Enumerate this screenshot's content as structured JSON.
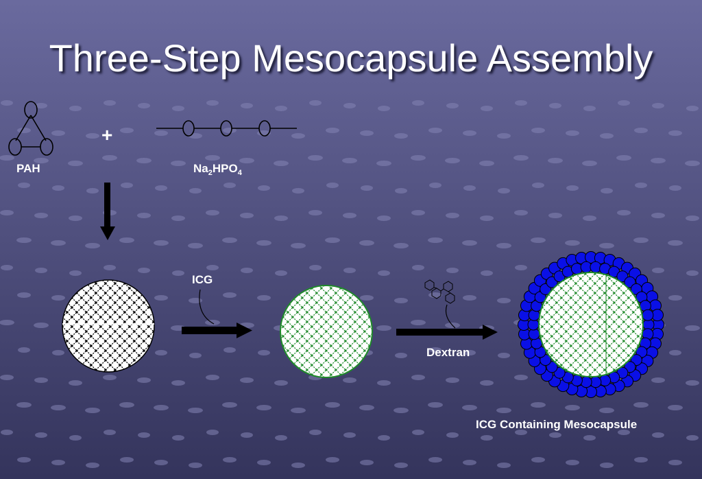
{
  "slide": {
    "title": "Three-Step Mesocapsule Assembly",
    "colors": {
      "background_top": "#6a6a9e",
      "background_bottom": "#34345c",
      "text": "#ffffff",
      "core_mesh": "#000000",
      "icg_mesh": "#1f8a2a",
      "dextran_beads": "#0a10e6"
    }
  },
  "labels": {
    "pah": "PAH",
    "plus": "+",
    "na2hpo4": {
      "base": "Na",
      "sub1": "2",
      "mid": "HPO",
      "sub2": "4"
    },
    "icg": "ICG",
    "dextran": "Dextran",
    "product": "ICG Containing Mesocapsule"
  }
}
